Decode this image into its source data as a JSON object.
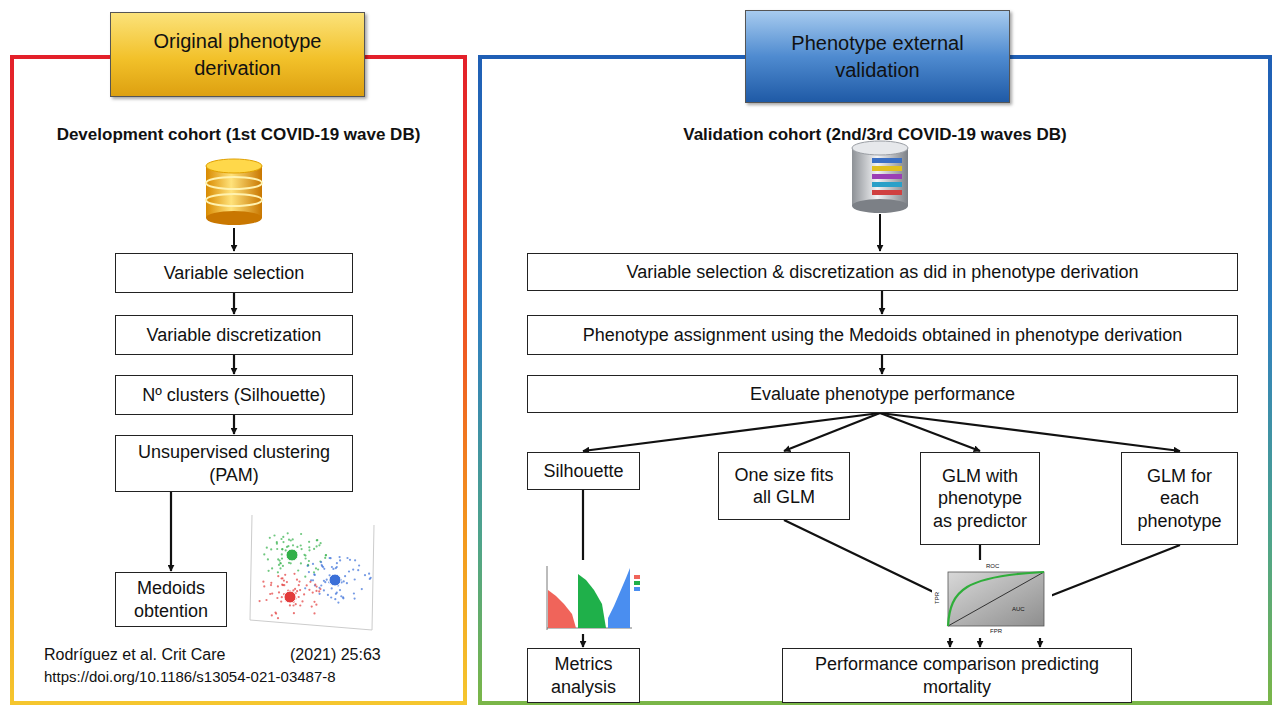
{
  "diagram": {
    "nodes": [
      {
        "text": [
          "Original phenotype derivation"
        ]
      },
      {
        "text": [
          "Development cohort (1st COVID-19 wave DB)"
        ]
      },
      {
        "text": [
          "Variable selection"
        ],
        "in": 1
      },
      {
        "text": [
          "Variable discretization"
        ],
        "in": 1
      },
      {
        "text": [
          "Nº clusters (Silhouette)"
        ],
        "in": 1
      },
      {
        "text": [
          "Unsupervised clustering (PAM)"
        ],
        "in": 1
      },
      {
        "text": [
          "Medoids obtention"
        ],
        "in": 1
      },
      {
        "text": [
          "Phenotype external validation"
        ]
      },
      {
        "text": [
          "Validation cohort (2nd/3rd COVID-19 waves DB)"
        ]
      },
      {
        "text": [
          "Variable selection & discretization as did in phenotype derivation"
        ],
        "in": 8
      },
      {
        "text": [
          "Phenotype assignment using the Medoids obtained in phenotype derivation"
        ],
        "in": 8
      },
      {
        "text": [
          "Evaluate phenotype performance"
        ],
        "in": 8
      },
      {
        "text": [
          "Silhouette"
        ],
        "in": 8
      },
      {
        "text": [
          "One size fits all GLM"
        ],
        "in": 8
      },
      {
        "text": [
          "GLM with phenotype as predictor"
        ],
        "in": 8
      },
      {
        "text": [
          "GLM for each phenotype"
        ],
        "in": 8
      },
      {
        "text": [
          "Metrics analysis"
        ],
        "in": 8
      },
      {
        "text": [
          "Performance comparison predicting mortality"
        ],
        "in": 8
      }
    ],
    "edges": [
      {
        "from": 2,
        "to": 3,
        "arrow": "to"
      },
      {
        "from": 3,
        "to": 4,
        "arrow": "to"
      },
      {
        "from": 4,
        "to": 5,
        "arrow": "to"
      },
      {
        "from": 5,
        "to": 6,
        "arrow": "to"
      },
      {
        "from": 9,
        "to": 10,
        "arrow": "to"
      },
      {
        "from": 10,
        "to": 11,
        "arrow": "to"
      },
      {
        "from": 11,
        "to": 12,
        "arrow": "to"
      },
      {
        "from": 11,
        "to": 13,
        "arrow": "to"
      },
      {
        "from": 11,
        "to": 14,
        "arrow": "to"
      },
      {
        "from": 11,
        "to": 15,
        "arrow": "to"
      },
      {
        "from": 12,
        "to": 16,
        "arrow": "to"
      },
      {
        "from": 13,
        "to": 17,
        "arrow": "to"
      },
      {
        "from": 14,
        "to": 17,
        "arrow": "to"
      },
      {
        "from": 15,
        "to": 17,
        "arrow": "to"
      }
    ],
    "labels": [
      "Rodríguez et al. Crit Care",
      "(2021) 25:63",
      "https://doi.org/10.1186/s13054-021-03487-8",
      "ROC",
      "TPR",
      "AUC",
      "FPR"
    ]
  }
}
